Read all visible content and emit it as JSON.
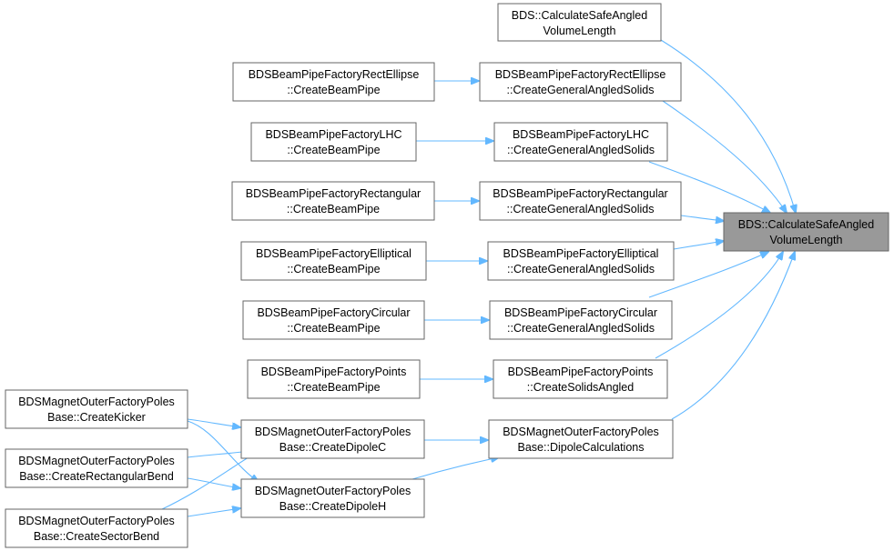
{
  "graph": {
    "nodes": {
      "n0": [
        "BDS::CalculateSafeAngled",
        "VolumeLength"
      ],
      "n1": [
        "BDS::CalculateSafeAngled",
        "VolumeLength"
      ],
      "n2": [
        "BDSBeamPipeFactoryRectEllipse",
        "::CreateGeneralAngledSolids"
      ],
      "n3": [
        "BDSBeamPipeFactoryRectEllipse",
        "::CreateBeamPipe"
      ],
      "n4": [
        "BDSBeamPipeFactoryLHC",
        "::CreateGeneralAngledSolids"
      ],
      "n5": [
        "BDSBeamPipeFactoryLHC",
        "::CreateBeamPipe"
      ],
      "n6": [
        "BDSBeamPipeFactoryRectangular",
        "::CreateGeneralAngledSolids"
      ],
      "n7": [
        "BDSBeamPipeFactoryRectangular",
        "::CreateBeamPipe"
      ],
      "n8": [
        "BDSBeamPipeFactoryElliptical",
        "::CreateGeneralAngledSolids"
      ],
      "n9": [
        "BDSBeamPipeFactoryElliptical",
        "::CreateBeamPipe"
      ],
      "n10": [
        "BDSBeamPipeFactoryCircular",
        "::CreateGeneralAngledSolids"
      ],
      "n11": [
        "BDSBeamPipeFactoryCircular",
        "::CreateBeamPipe"
      ],
      "n12": [
        "BDSBeamPipeFactoryPoints",
        "::CreateSolidsAngled"
      ],
      "n13": [
        "BDSBeamPipeFactoryPoints",
        "::CreateBeamPipe"
      ],
      "n14": [
        "BDSMagnetOuterFactoryPoles",
        "Base::DipoleCalculations"
      ],
      "n15": [
        "BDSMagnetOuterFactoryPoles",
        "Base::CreateDipoleC"
      ],
      "n16": [
        "BDSMagnetOuterFactoryPoles",
        "Base::CreateDipoleH"
      ],
      "n17": [
        "BDSMagnetOuterFactoryPoles",
        "Base::CreateKicker"
      ],
      "n18": [
        "BDSMagnetOuterFactoryPoles",
        "Base::CreateRectangularBend"
      ],
      "n19": [
        "BDSMagnetOuterFactoryPoles",
        "Base::CreateSectorBend"
      ]
    },
    "focus_node": "n0"
  },
  "colors": {
    "edge": "#63b8ff",
    "node_border": "#666666",
    "focus_fill": "#999999",
    "node_fill": "#ffffff"
  }
}
